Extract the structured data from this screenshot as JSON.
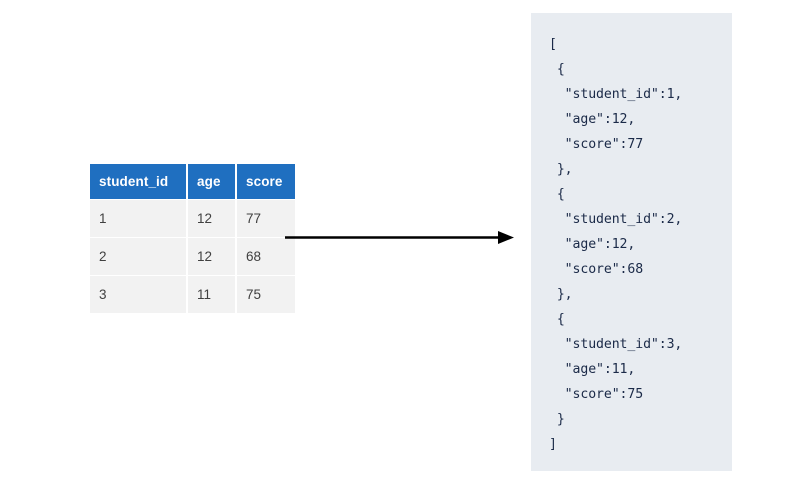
{
  "diagram": {
    "title": "table-to-json-conversion",
    "arrow": {
      "name": "conversion-arrow",
      "color": "#000000",
      "direction": "right"
    }
  },
  "table": {
    "columns": [
      "student_id",
      "age",
      "score"
    ],
    "header_bg": "#1f6fc0",
    "header_text_color": "#ffffff",
    "cell_bg": "#f2f2f2",
    "cell_text_color": "#404040",
    "rows": [
      {
        "student_id": "1",
        "age": "12",
        "score": "77"
      },
      {
        "student_id": "2",
        "age": "12",
        "score": "68"
      },
      {
        "student_id": "3",
        "age": "11",
        "score": "75"
      }
    ]
  },
  "json_panel": {
    "background": "#e8ecf1",
    "text_color": "#1b2a48",
    "lines": [
      "[",
      " {",
      "  \"student_id\":1,",
      "  \"age\":12,",
      "  \"score\":77",
      " },",
      " {",
      "  \"student_id\":2,",
      "  \"age\":12,",
      "  \"score\":68",
      " },",
      " {",
      "  \"student_id\":3,",
      "  \"age\":11,",
      "  \"score\":75",
      " }",
      "]"
    ]
  }
}
